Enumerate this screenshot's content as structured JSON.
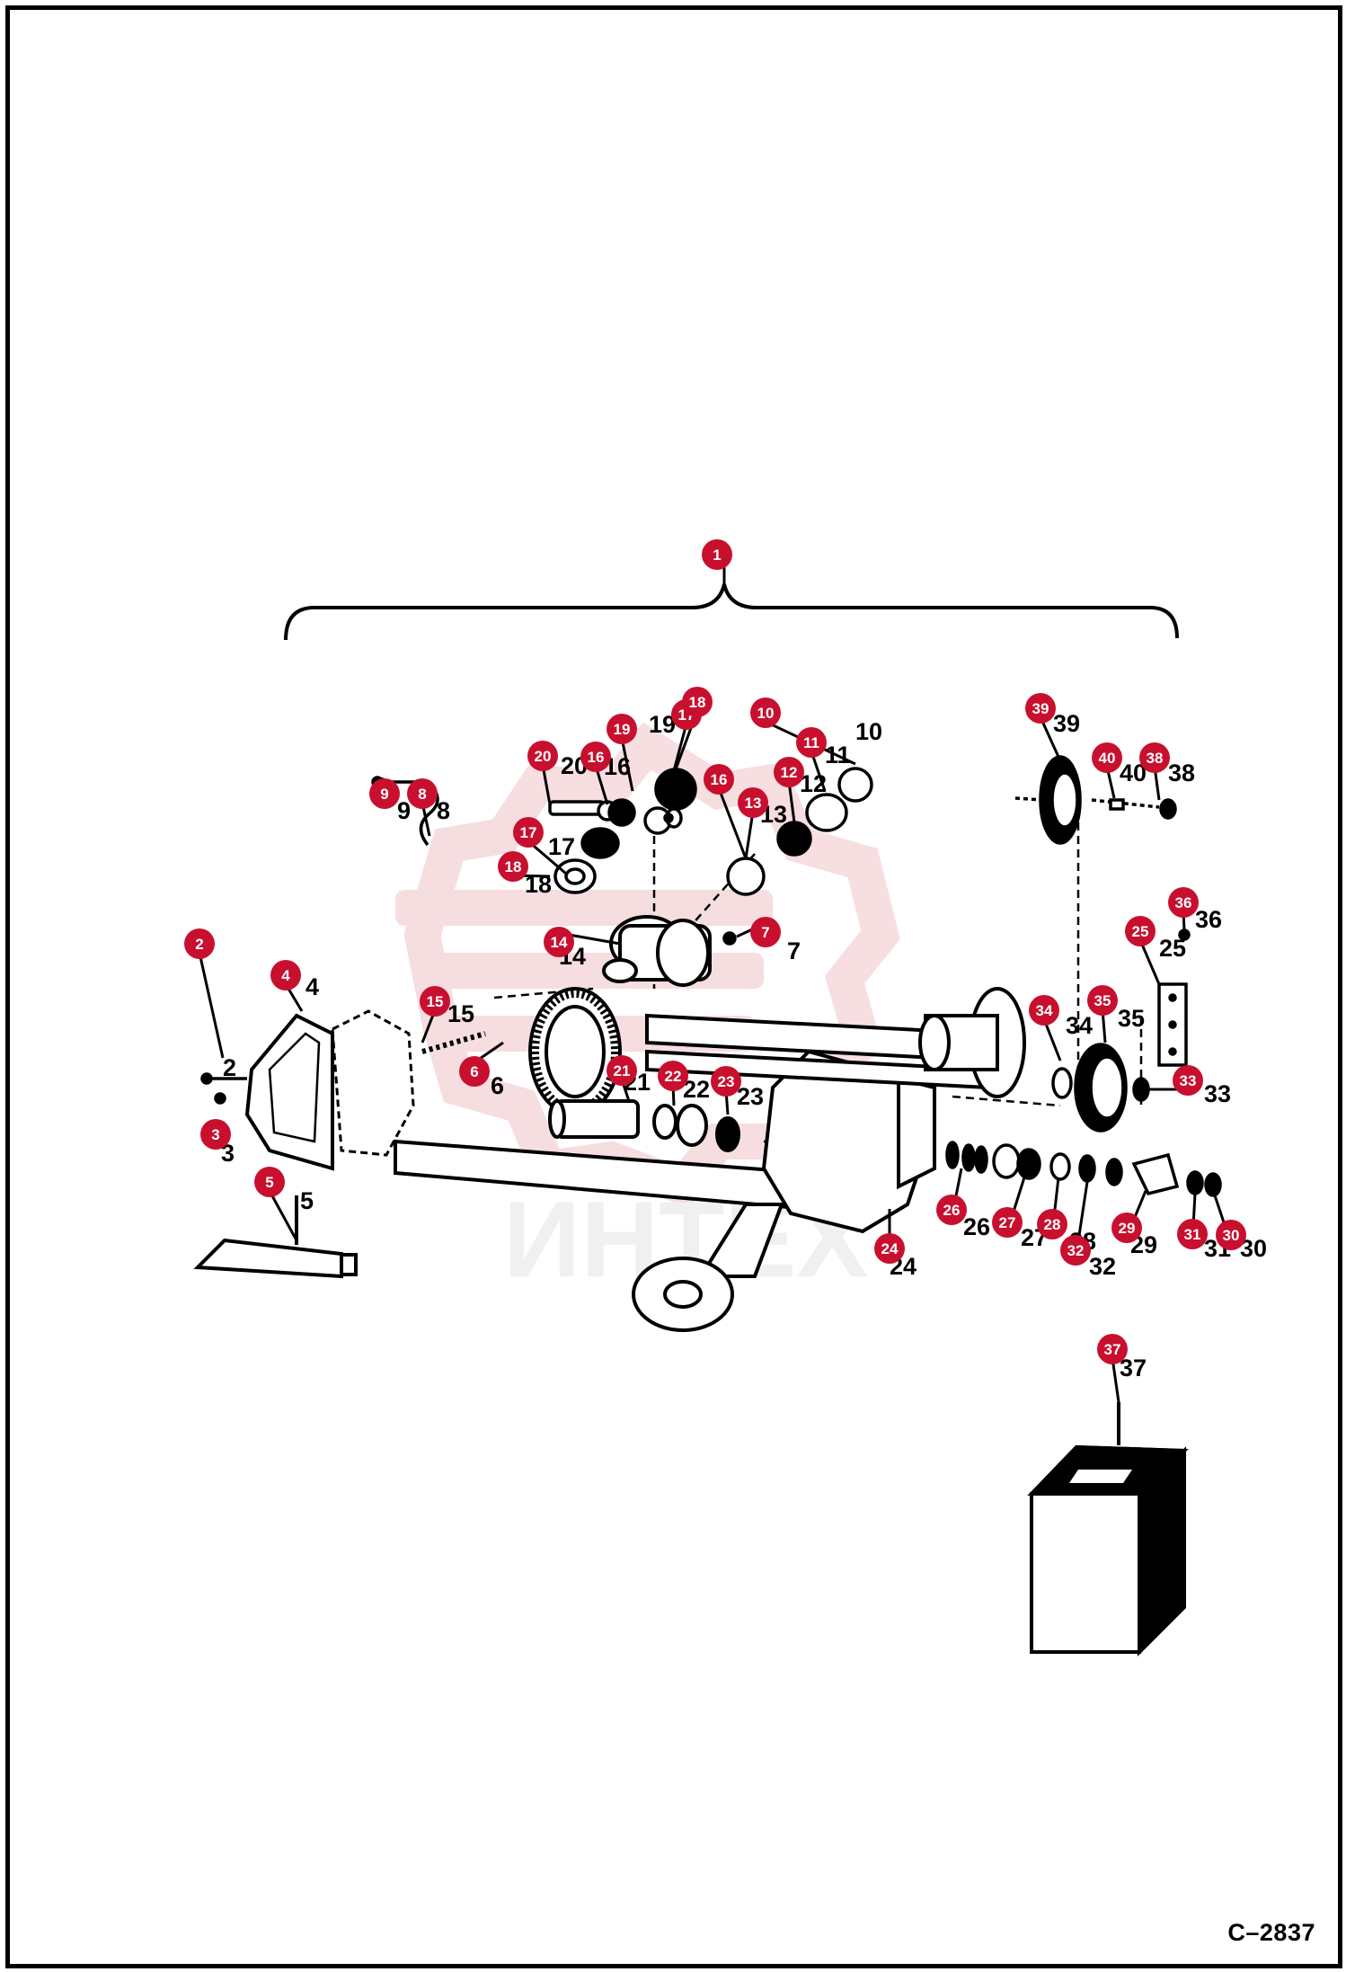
{
  "figure_code": "C–2837",
  "watermark": {
    "text": "ИНТЕХ"
  },
  "colors": {
    "callout_fill": "#c8102e",
    "callout_text": "#ffffff",
    "line": "#000000",
    "watermark": "#e8a0a8"
  },
  "callouts": [
    {
      "num": "1"
    },
    {
      "num": "2"
    },
    {
      "num": "3"
    },
    {
      "num": "4"
    },
    {
      "num": "5"
    },
    {
      "num": "6"
    },
    {
      "num": "7"
    },
    {
      "num": "8"
    },
    {
      "num": "9"
    },
    {
      "num": "10"
    },
    {
      "num": "11"
    },
    {
      "num": "12"
    },
    {
      "num": "13"
    },
    {
      "num": "14"
    },
    {
      "num": "15"
    },
    {
      "num": "16"
    },
    {
      "num": "16"
    },
    {
      "num": "17"
    },
    {
      "num": "17"
    },
    {
      "num": "18"
    },
    {
      "num": "18"
    },
    {
      "num": "19"
    },
    {
      "num": "20"
    },
    {
      "num": "21"
    },
    {
      "num": "22"
    },
    {
      "num": "23"
    },
    {
      "num": "24"
    },
    {
      "num": "25"
    },
    {
      "num": "26"
    },
    {
      "num": "27"
    },
    {
      "num": "28"
    },
    {
      "num": "29"
    },
    {
      "num": "30"
    },
    {
      "num": "31"
    },
    {
      "num": "32"
    },
    {
      "num": "33"
    },
    {
      "num": "34"
    },
    {
      "num": "35"
    },
    {
      "num": "36"
    },
    {
      "num": "37"
    },
    {
      "num": "38"
    },
    {
      "num": "39"
    },
    {
      "num": "40"
    }
  ],
  "part_labels": [
    {
      "text": "2"
    },
    {
      "text": "4"
    },
    {
      "text": "5"
    },
    {
      "text": "3"
    },
    {
      "text": "6"
    },
    {
      "text": "7"
    },
    {
      "text": "8"
    },
    {
      "text": "9"
    },
    {
      "text": "10"
    },
    {
      "text": "11"
    },
    {
      "text": "12"
    },
    {
      "text": "13"
    },
    {
      "text": "14"
    },
    {
      "text": "15"
    },
    {
      "text": "16"
    },
    {
      "text": "17"
    },
    {
      "text": "18"
    },
    {
      "text": "19"
    },
    {
      "text": "20"
    },
    {
      "text": "21"
    },
    {
      "text": "22"
    },
    {
      "text": "23"
    },
    {
      "text": "24"
    },
    {
      "text": "25"
    },
    {
      "text": "26"
    },
    {
      "text": "27"
    },
    {
      "text": "28"
    },
    {
      "text": "29"
    },
    {
      "text": "30"
    },
    {
      "text": "31"
    },
    {
      "text": "32"
    },
    {
      "text": "33"
    },
    {
      "text": "34"
    },
    {
      "text": "35"
    },
    {
      "text": "36"
    },
    {
      "text": "37"
    },
    {
      "text": "38"
    },
    {
      "text": "39"
    },
    {
      "text": "40"
    }
  ]
}
